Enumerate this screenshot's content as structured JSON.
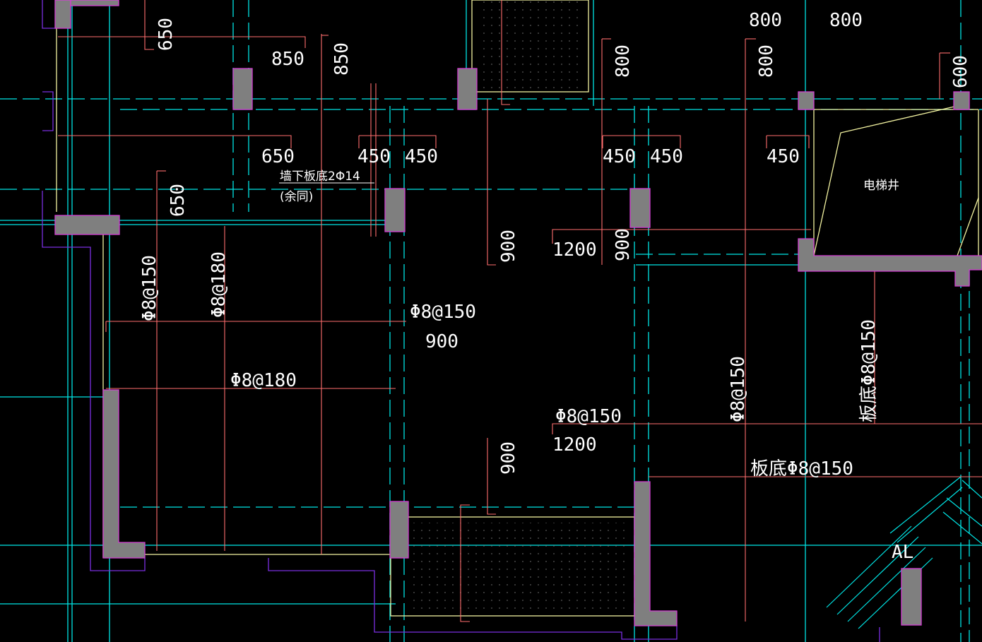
{
  "drawing": {
    "background": "#000000",
    "colors": {
      "axis": "#00e5e5",
      "dim": "#ff6e6e",
      "wall": "#f2f2a0",
      "column": "#7f7f7f",
      "outline": "#7a2fe0",
      "text": "#ffffff"
    },
    "labels": {
      "d650_top": "650",
      "d850_a": "850",
      "d850_b": "850",
      "d800_a": "800",
      "d800_b": "800",
      "d800_c": "800",
      "d800_d": "800",
      "d600": "600",
      "d650_mid": "650",
      "d450_a": "450",
      "d450_b": "450",
      "d450_c": "450",
      "d450_d": "450",
      "d450_e": "450",
      "note1": "墙下板底2Φ14",
      "note2": "(余同)",
      "elevator": "电梯井",
      "d650_left": "650",
      "d900_a": "900",
      "d1200_a": "1200",
      "d900_b": "900",
      "r8_150_a": "Φ8@150",
      "r8_180_a": "Φ8@180",
      "r8_150_b": "Φ8@150",
      "d900_c": "900",
      "r8_180_b": "Φ8@180",
      "r8_150_c": "Φ8@150",
      "d1200_b": "1200",
      "r8_150_d": "Φ8@150",
      "bottom_r8_150_a": "板底Φ8@150",
      "bottom_r8_150_b": "板底Φ8@150",
      "d900_d": "900",
      "al": "AL"
    }
  }
}
